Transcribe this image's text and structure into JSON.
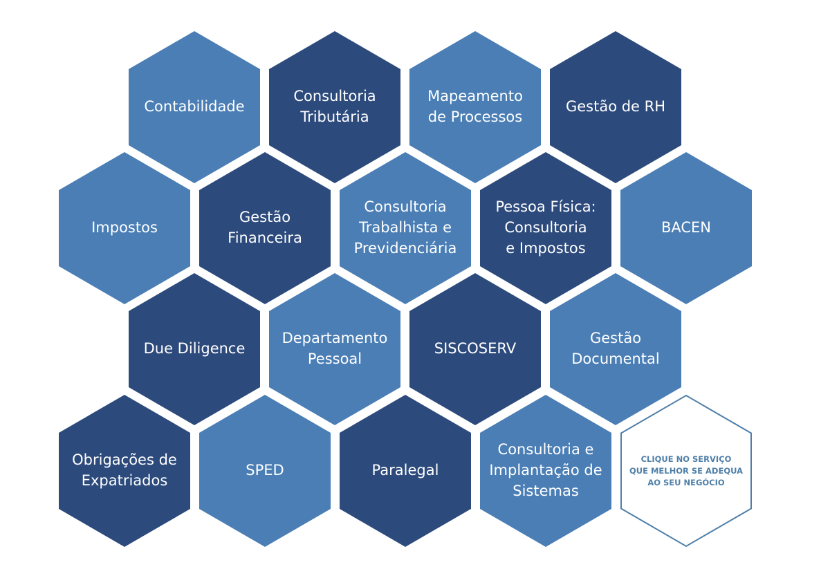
{
  "colors": {
    "light": "#4a7eb5",
    "dark": "#2c4a7c",
    "cta_stroke": "#4f7fa8",
    "cta_text": "#4f7fa8"
  },
  "services": [
    {
      "label": "Contabilidade",
      "tone": "light"
    },
    {
      "label": "Consultoria Tributária",
      "tone": "dark"
    },
    {
      "label": "Mapeamento de Processos",
      "tone": "light"
    },
    {
      "label": "Gestão de RH",
      "tone": "dark"
    },
    {
      "label": "Impostos",
      "tone": "light"
    },
    {
      "label": "Gestão Financeira",
      "tone": "dark"
    },
    {
      "label": "Consultoria Trabalhista e Previdenciária",
      "tone": "light"
    },
    {
      "label": "Pessoa Física: Consultoria e Impostos",
      "tone": "dark"
    },
    {
      "label": "BACEN",
      "tone": "light"
    },
    {
      "label": "Due Diligence",
      "tone": "dark"
    },
    {
      "label": "Departamento Pessoal",
      "tone": "light"
    },
    {
      "label": "SISCOSERV",
      "tone": "dark"
    },
    {
      "label": "Gestão Documental",
      "tone": "light"
    },
    {
      "label": "Obrigações de Expatriados",
      "tone": "dark"
    },
    {
      "label": "SPED",
      "tone": "light"
    },
    {
      "label": "Paralegal",
      "tone": "dark"
    },
    {
      "label": "Consultoria e Implantação de Sistemas",
      "tone": "light"
    }
  ],
  "cta": {
    "label": "CLIQUE NO SERVIÇO QUE MELHOR SE ADEQUA AO SEU NEGÓCIO"
  }
}
